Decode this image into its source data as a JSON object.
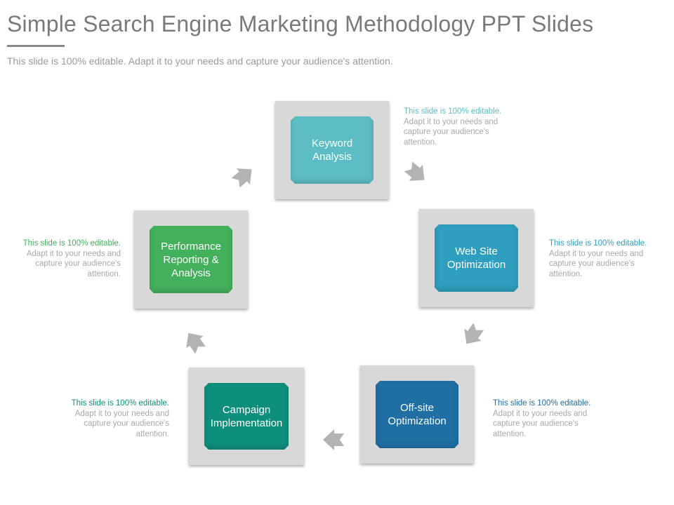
{
  "slide": {
    "title": "Simple Search Engine Marketing Methodology PPT Slides",
    "subtitle": "This slide is 100% editable. Adapt it to your needs and capture your audience's attention."
  },
  "steps": [
    {
      "label": "Keyword Analysis",
      "color": "#5dbdc5"
    },
    {
      "label": "Web Site Optimization",
      "color": "#2e9fbe"
    },
    {
      "label": "Off-site Optimization",
      "color": "#1f6fa5"
    },
    {
      "label": "Campaign Implementation",
      "color": "#0e8f7c"
    },
    {
      "label": "Performance Reporting & Analysis",
      "color": "#43b05b"
    }
  ],
  "notes": [
    {
      "head": "This slide is 100% editable.",
      "body": "Adapt it to your needs and capture your audience's attention.",
      "color": "#5dbdc5"
    },
    {
      "head": "This slide is 100% editable.",
      "body": "Adapt it to your needs and capture your audience's attention.",
      "color": "#2e9fbe"
    },
    {
      "head": "This slide is 100% editable.",
      "body": "Adapt it to your needs and capture your audience's attention.",
      "color": "#1f6fa5"
    },
    {
      "head": "This slide is 100% editable.",
      "body": "Adapt it to your needs and capture your audience's attention.",
      "color": "#0e8f7c"
    },
    {
      "head": "This slide is 100% editable.",
      "body": "Adapt it to your needs and capture your audience's attention.",
      "color": "#43b05b"
    }
  ],
  "colors": {
    "frame": "#d8d8d8",
    "arrow": "#b3b3b3",
    "title": "#7a7a7a"
  }
}
